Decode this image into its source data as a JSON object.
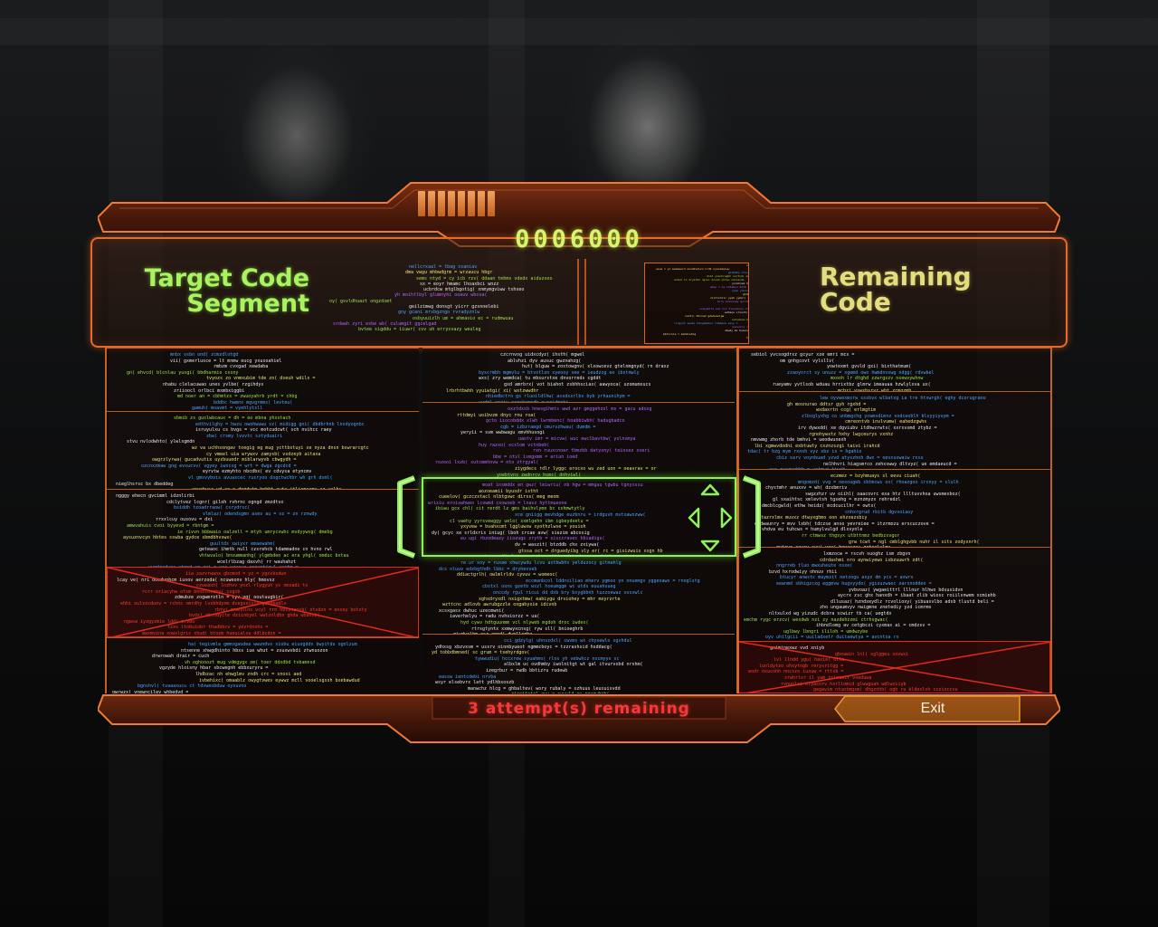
{
  "hud": {
    "score": "0006000",
    "progress_ticks": 8,
    "attempts_text": "3 attempt(s) remaining",
    "exit_label": "Exit"
  },
  "header": {
    "target_title_line1": "Target Code",
    "target_title_line2": "Segment",
    "remaining_title_line1": "Remaining",
    "remaining_title_line2": "Code"
  },
  "colors": {
    "accent_orange": "#e8692c",
    "score_green": "#d7f46a",
    "cursor_green": "#8ff05a",
    "attempts_red": "#f23a3a",
    "remaining_yellow": "#e4dd7d"
  },
  "icons": {
    "left_bracket": "left-bracket-icon",
    "right_bracket": "right-bracket-icon",
    "dpad": "directional-arrows-icon"
  }
}
